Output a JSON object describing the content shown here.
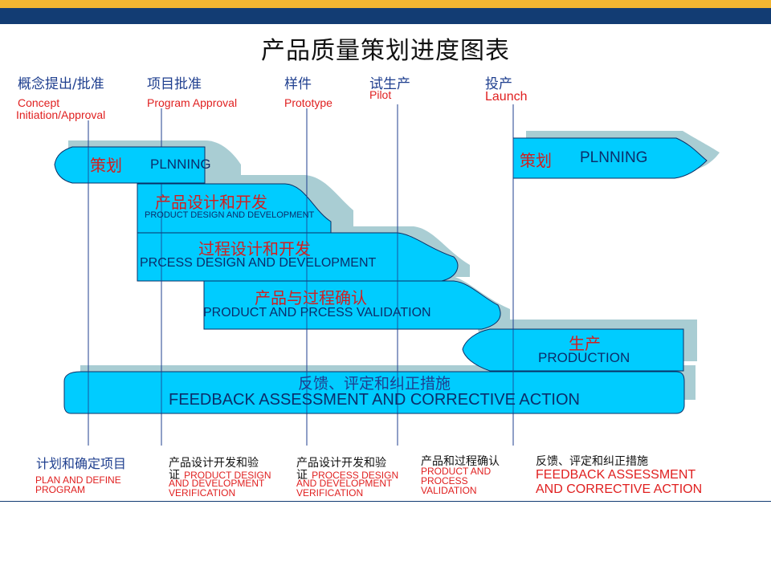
{
  "title": "产品质量策划进度图表",
  "phases": [
    {
      "cn": "概念提出/批准",
      "en": [
        "Concept",
        "Initiation/Approval"
      ]
    },
    {
      "cn": "项目批准",
      "en": [
        "Program Approval"
      ]
    },
    {
      "cn": "样件",
      "en": [
        "Prototype"
      ]
    },
    {
      "cn": "试生产",
      "en": [
        "Pilot"
      ]
    },
    {
      "cn": "投产",
      "en": [
        "Launch"
      ]
    }
  ],
  "bars": {
    "planning1": {
      "cn": "策划",
      "en": "PLNNING"
    },
    "product_design": {
      "cn": "产品设计和开发",
      "en": "PRODUCT DESIGN AND DEVELOPMENT"
    },
    "process_design": {
      "cn": "过程设计和开发",
      "en": "PRCESS  DESIGN AND DEVELOPMENT"
    },
    "validation": {
      "cn": "产品与过程确认",
      "en": "PRODUCT  AND PRCESS  VALIDATION"
    },
    "planning2": {
      "cn": "策划",
      "en": "PLNNING"
    },
    "production": {
      "cn": "生产",
      "en": "PRODUCTION"
    },
    "feedback": {
      "cn": "反馈、评定和纠正措施",
      "en": "FEEDBACK ASSESSMENT AND CORRECTIVE ACTION"
    }
  },
  "outputs": [
    {
      "cn": "计划和确定项目",
      "en": [
        "PLAN AND DEFINE",
        "PROGRAM"
      ]
    },
    {
      "cn": "产品设计开发和验",
      "cn2": "证",
      "en_first": "PRODUCT  DESIGN",
      "en": [
        "AND DEVELOPMENT",
        "VERIFICATION"
      ]
    },
    {
      "cn": "产品设计开发和验",
      "cn2": "证",
      "en_first": "PROCESS DESIGN",
      "en": [
        "AND DEVELOPMENT",
        "VERIFICATION"
      ]
    },
    {
      "cn": "产品和过程确认",
      "en": [
        "PRODUCT   AND",
        "PROCESS",
        "VALIDATION"
      ]
    },
    {
      "cn": "反馈、评定和纠正措施",
      "en": [
        "FEEDBACK ASSESSMENT",
        "AND CORRECTIVE ACTION"
      ]
    }
  ],
  "colors": {
    "bar": "#00ccff",
    "shadow": "#a9cdd3",
    "accent": "#e02020",
    "navy": "#123c73"
  }
}
